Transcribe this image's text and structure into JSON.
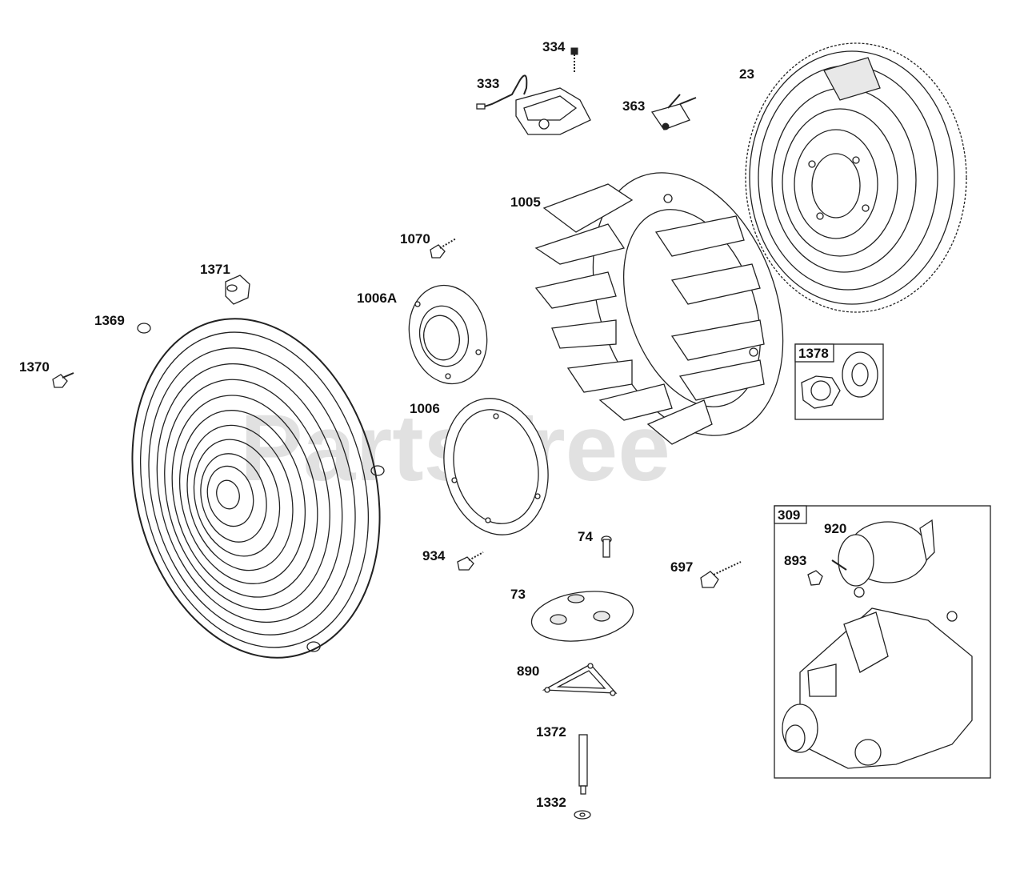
{
  "watermark": "PartsTree",
  "labels": {
    "p334": "334",
    "p333": "333",
    "p363": "363",
    "p23": "23",
    "p1005": "1005",
    "p1070": "1070",
    "p1371": "1371",
    "p1006a": "1006A",
    "p1369": "1369",
    "p1370": "1370",
    "p1378": "1378",
    "p1006": "1006",
    "p309": "309",
    "p920": "920",
    "p893": "893",
    "p74": "74",
    "p934": "934",
    "p697": "697",
    "p73": "73",
    "p890": "890",
    "p1372": "1372",
    "p1332": "1332"
  }
}
